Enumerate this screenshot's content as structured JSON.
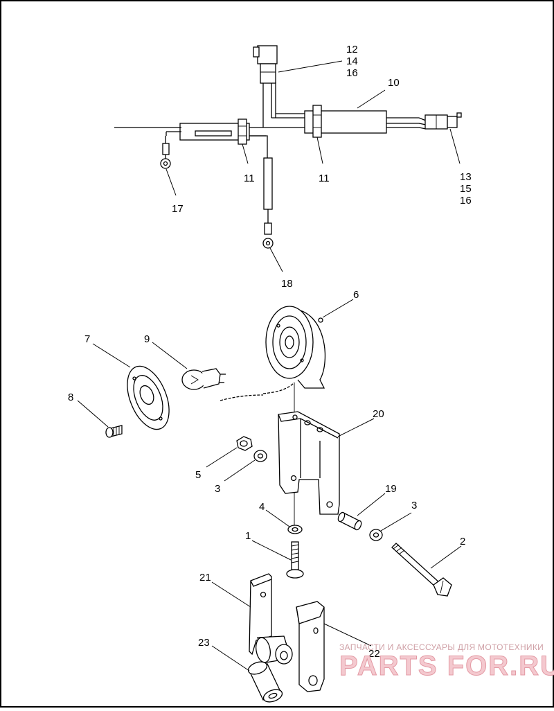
{
  "callouts": {
    "c1": "1",
    "c2": "2",
    "c3a": "3",
    "c3b": "3",
    "c4": "4",
    "c5": "5",
    "c6": "6",
    "c7": "7",
    "c8": "8",
    "c9": "9",
    "c10": "10",
    "c11a": "11",
    "c11b": "11",
    "c12": "12",
    "c14": "14",
    "c16a": "16",
    "c13": "13",
    "c15": "15",
    "c16b": "16",
    "c17": "17",
    "c18": "18",
    "c19": "19",
    "c20": "20",
    "c21": "21",
    "c22": "22",
    "c23": "23"
  },
  "watermark": {
    "tagline": "ЗАПЧАСТИ И АКСЕССУАРЫ ДЛЯ МОТОТЕХНИКИ",
    "brand": "PARTS FOR.RU"
  }
}
